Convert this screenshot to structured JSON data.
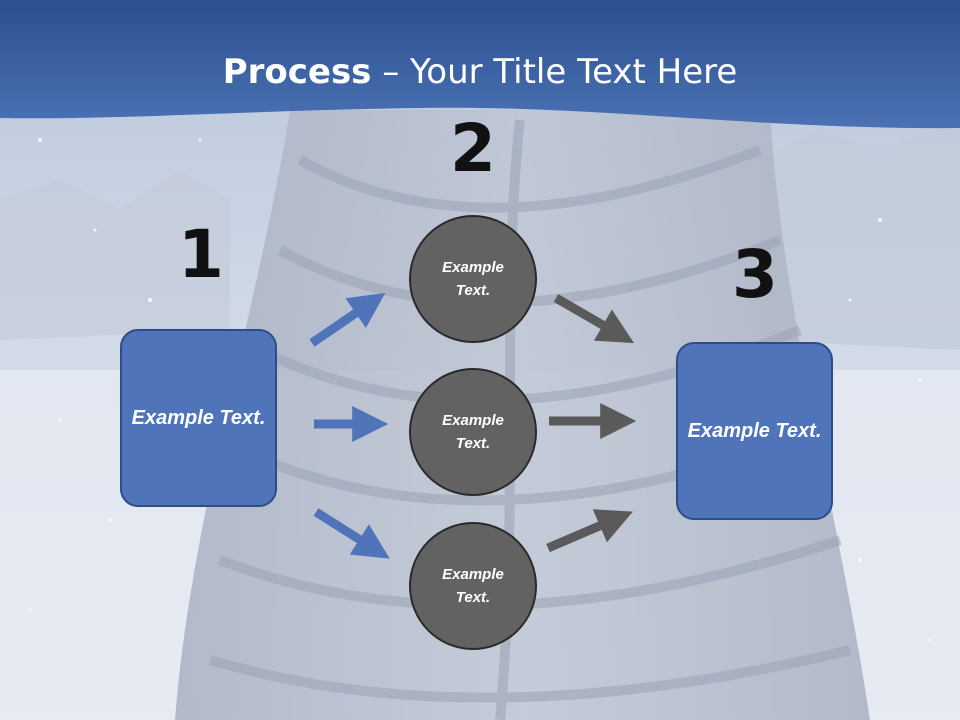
{
  "slide": {
    "title_bold": "Process",
    "title_rest": " – Your Title Text Here"
  },
  "numbers": [
    "1",
    "2",
    "3"
  ],
  "left_box": {
    "text": "Example Text."
  },
  "right_box": {
    "text": "Example Text."
  },
  "circles": [
    {
      "text": "Example Text."
    },
    {
      "text": "Example Text."
    },
    {
      "text": "Example Text."
    }
  ],
  "colors": {
    "header": "#3a5f9f",
    "box_fill": "#4f74ba",
    "circle_fill": "#626262",
    "arrow_blue": "#4f74ba",
    "arrow_gray": "#5a5a5a"
  }
}
